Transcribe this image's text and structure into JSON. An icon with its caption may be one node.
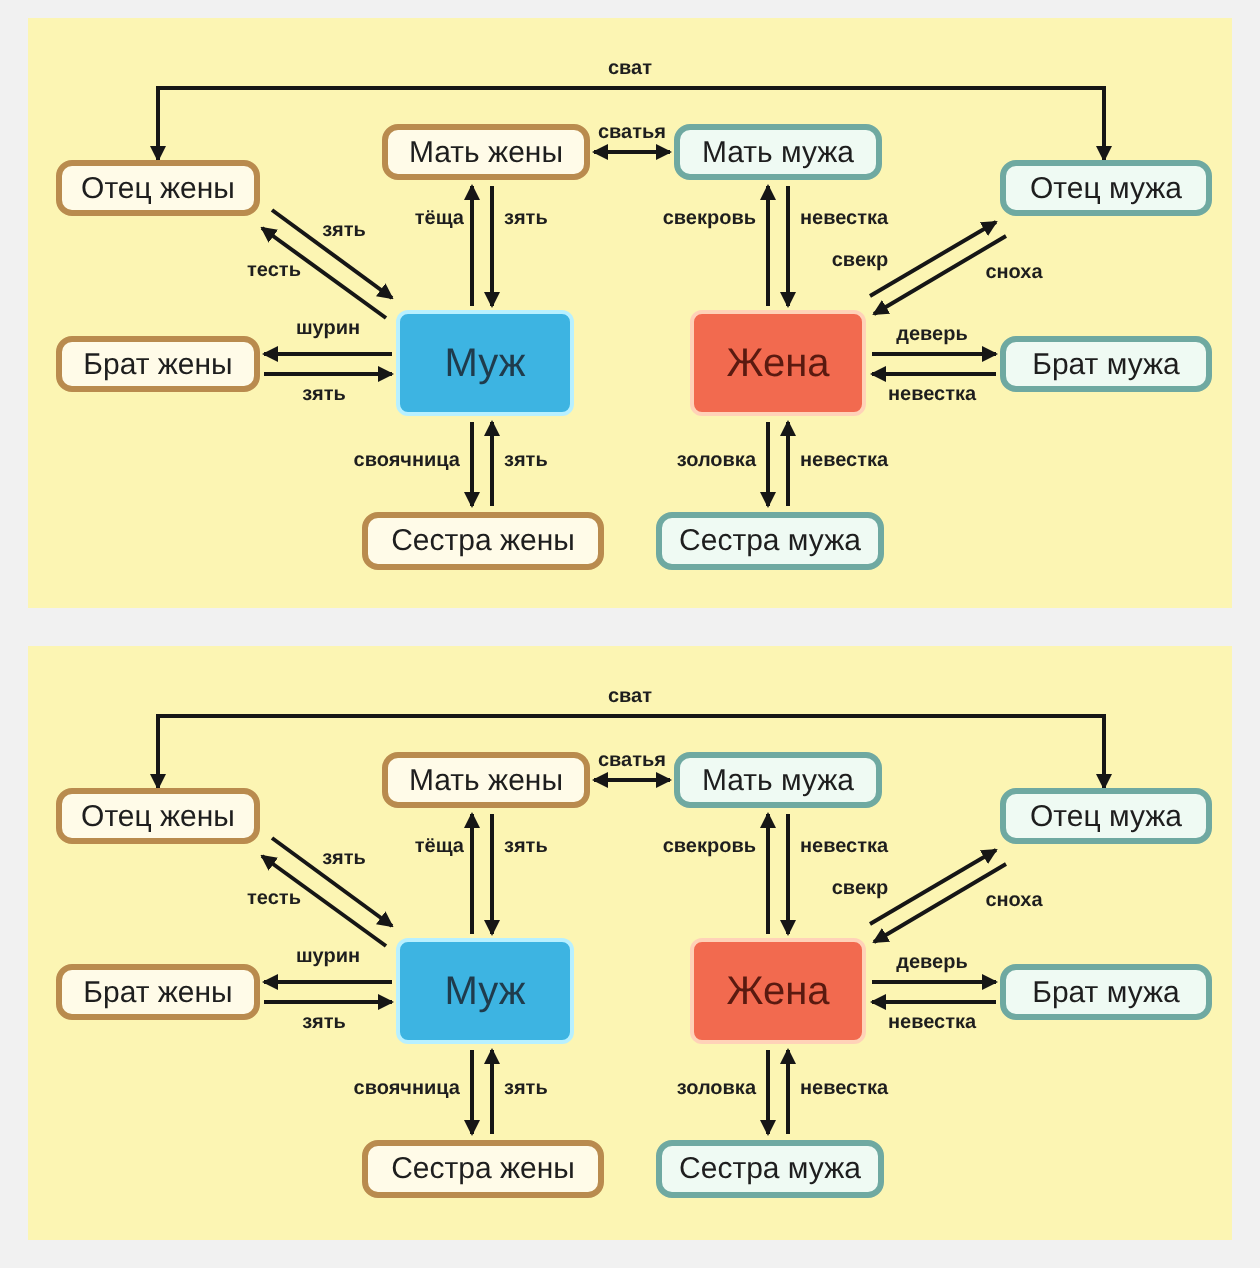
{
  "diagram": {
    "nodes": [
      {
        "text": [
          "Отец жены"
        ]
      },
      {
        "text": [
          "Мать жены"
        ]
      },
      {
        "text": [
          "Мать мужа"
        ]
      },
      {
        "text": [
          "Отец мужа"
        ]
      },
      {
        "text": [
          "Брат жены"
        ]
      },
      {
        "text": [
          "Муж"
        ]
      },
      {
        "text": [
          "Жена"
        ]
      },
      {
        "text": [
          "Брат мужа"
        ]
      },
      {
        "text": [
          "Сестра жены"
        ]
      },
      {
        "text": [
          "Сестра мужа"
        ]
      },
      {
        "text": [
          "Отец жены"
        ]
      },
      {
        "text": [
          "Мать жены"
        ]
      },
      {
        "text": [
          "Мать мужа"
        ]
      },
      {
        "text": [
          "Отец мужа"
        ]
      },
      {
        "text": [
          "Брат жены"
        ]
      },
      {
        "text": [
          "Муж"
        ]
      },
      {
        "text": [
          "Жена"
        ]
      },
      {
        "text": [
          "Брат мужа"
        ]
      },
      {
        "text": [
          "Сестра жены"
        ]
      },
      {
        "text": [
          "Сестра мужа"
        ]
      }
    ],
    "edges": [
      {
        "from": 0,
        "to": 3,
        "arrow": "both",
        "label": "сват"
      },
      {
        "from": 1,
        "to": 2,
        "arrow": "both",
        "label": "сватья"
      },
      {
        "from": 0,
        "to": 5,
        "arrow": "to",
        "label": "зять"
      },
      {
        "from": 5,
        "to": 0,
        "arrow": "to",
        "label": "тесть"
      },
      {
        "from": 5,
        "to": 1,
        "arrow": "to",
        "label": "тёща"
      },
      {
        "from": 1,
        "to": 5,
        "arrow": "to",
        "label": "зять"
      },
      {
        "from": 5,
        "to": 4,
        "arrow": "to",
        "label": "шурин"
      },
      {
        "from": 4,
        "to": 5,
        "arrow": "to",
        "label": "зять"
      },
      {
        "from": 5,
        "to": 8,
        "arrow": "to",
        "label": "своячница"
      },
      {
        "from": 8,
        "to": 5,
        "arrow": "to",
        "label": "зять"
      },
      {
        "from": 6,
        "to": 2,
        "arrow": "to",
        "label": "свекровь"
      },
      {
        "from": 2,
        "to": 6,
        "arrow": "to",
        "label": "невестка"
      },
      {
        "from": 6,
        "to": 3,
        "arrow": "to",
        "label": "свекр"
      },
      {
        "from": 3,
        "to": 6,
        "arrow": "to",
        "label": "сноха"
      },
      {
        "from": 6,
        "to": 7,
        "arrow": "to",
        "label": "деверь"
      },
      {
        "from": 7,
        "to": 6,
        "arrow": "to",
        "label": "невестка"
      },
      {
        "from": 6,
        "to": 9,
        "arrow": "to",
        "label": "золовка"
      },
      {
        "from": 9,
        "to": 6,
        "arrow": "to",
        "label": "невестка"
      },
      {
        "from": 10,
        "to": 13,
        "arrow": "both",
        "label": "сват"
      },
      {
        "from": 11,
        "to": 12,
        "arrow": "both",
        "label": "сватья"
      },
      {
        "from": 10,
        "to": 15,
        "arrow": "to",
        "label": "зять"
      },
      {
        "from": 15,
        "to": 10,
        "arrow": "to",
        "label": "тесть"
      },
      {
        "from": 15,
        "to": 11,
        "arrow": "to",
        "label": "тёща"
      },
      {
        "from": 11,
        "to": 15,
        "arrow": "to",
        "label": "зять"
      },
      {
        "from": 15,
        "to": 14,
        "arrow": "to",
        "label": "шурин"
      },
      {
        "from": 14,
        "to": 15,
        "arrow": "to",
        "label": "зять"
      },
      {
        "from": 15,
        "to": 18,
        "arrow": "to",
        "label": "своячница"
      },
      {
        "from": 18,
        "to": 15,
        "arrow": "to",
        "label": "зять"
      },
      {
        "from": 16,
        "to": 12,
        "arrow": "to",
        "label": "свекровь"
      },
      {
        "from": 12,
        "to": 16,
        "arrow": "to",
        "label": "невестка"
      },
      {
        "from": 16,
        "to": 13,
        "arrow": "to",
        "label": "свекр"
      },
      {
        "from": 13,
        "to": 16,
        "arrow": "to",
        "label": "сноха"
      },
      {
        "from": 16,
        "to": 17,
        "arrow": "to",
        "label": "деверь"
      },
      {
        "from": 17,
        "to": 16,
        "arrow": "to",
        "label": "невестка"
      },
      {
        "from": 16,
        "to": 19,
        "arrow": "to",
        "label": "золовка"
      },
      {
        "from": 19,
        "to": 16,
        "arrow": "to",
        "label": "невестка"
      }
    ]
  }
}
